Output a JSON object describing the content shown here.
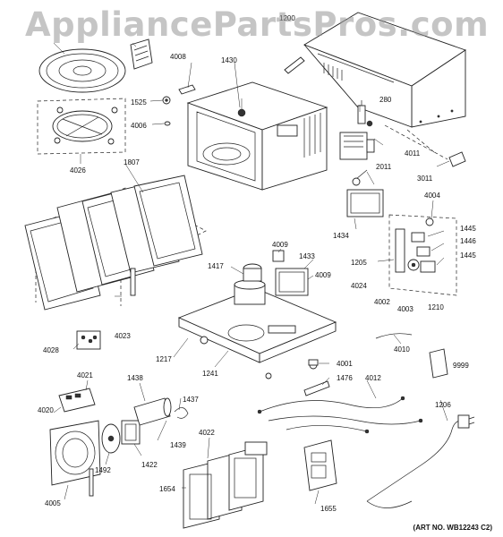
{
  "watermark": "AppliancePartsPros.com",
  "art_number": "(ART NO. WB12243 C2)",
  "callouts": {
    "c1200": "1200",
    "c1430": "1430",
    "c1525": "1525",
    "c4006": "4006",
    "c4008": "4008",
    "c4026": "4026",
    "c1807": "1807",
    "c4023": "4023",
    "c4028": "4028",
    "c280": "280",
    "c4011": "4011",
    "c3011": "3011",
    "c2011": "2011",
    "c1434": "1434",
    "c4004": "4004",
    "c1445a": "1445",
    "c1446": "1446",
    "c1445b": "1445",
    "c1205": "1205",
    "c4024": "4024",
    "c4002": "4002",
    "c4003": "4003",
    "c1210": "1210",
    "c4009a": "4009",
    "c1433": "1433",
    "c4009b": "4009",
    "c1417": "1417",
    "c1217": "1217",
    "c1241": "1241",
    "c4001": "4001",
    "c1476": "1476",
    "c4010": "4010",
    "c9999": "9999",
    "c4012": "4012",
    "c1206": "1206",
    "c4021": "4021",
    "c4020": "4020",
    "c1438": "1438",
    "c1437": "1437",
    "c1439": "1439",
    "c1492": "1492",
    "c1422": "1422",
    "c4005": "4005",
    "c4022": "4022",
    "c1654": "1654",
    "c1655": "1655"
  }
}
